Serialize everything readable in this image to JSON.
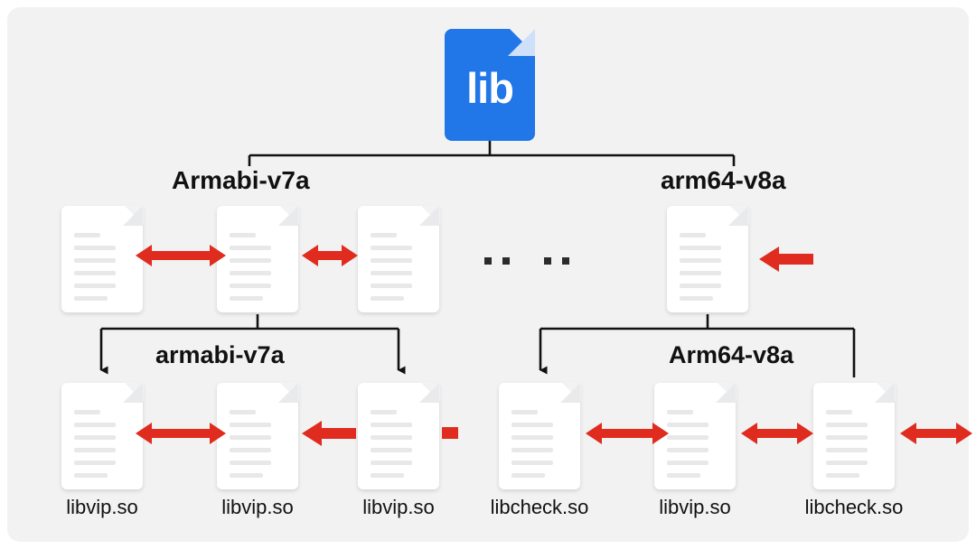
{
  "canvas": {
    "background": "#f2f2f2",
    "page_background": "#ffffff"
  },
  "colors": {
    "lib_blue": "#2176e8",
    "lib_fold": "#cfe0fb",
    "arrow_red": "#e02b1f",
    "connector_black": "#111111",
    "doc_white": "#ffffff",
    "doc_line_gray": "#e8e8e9",
    "text_black": "#111111"
  },
  "root": {
    "icon_name": "lib-file-icon",
    "label": "lib"
  },
  "tier1": {
    "left_label": "Armabi-v7a",
    "right_label": "arm64-v8a"
  },
  "tier2": {
    "left_label": "armabi-v7a",
    "right_label": "Arm64-v8a"
  },
  "ellipsis": {
    "text": "...."
  },
  "middle_row": {
    "docs": [
      {
        "id": "doc-armabi-1",
        "group": "armabi-v7a"
      },
      {
        "id": "doc-armabi-2",
        "group": "armabi-v7a"
      },
      {
        "id": "doc-armabi-3",
        "group": "armabi-v7a"
      },
      {
        "id": "doc-arm64-1",
        "group": "arm64-v8a"
      }
    ],
    "connectors": [
      {
        "id": "mid-arrow-1",
        "type": "double-arrow"
      },
      {
        "id": "mid-arrow-2",
        "type": "double-arrow"
      },
      {
        "id": "mid-arrow-3",
        "type": "left-arrow"
      }
    ]
  },
  "bottom_row": {
    "files": [
      {
        "id": "file-1",
        "label": "libvip.so"
      },
      {
        "id": "file-2",
        "label": "libvip.so"
      },
      {
        "id": "file-3",
        "label": "libvip.so"
      },
      {
        "id": "file-4",
        "label": "libcheck.so"
      },
      {
        "id": "file-5",
        "label": "libvip.so"
      },
      {
        "id": "file-6",
        "label": "libcheck.so"
      }
    ],
    "connectors": [
      {
        "id": "bot-arrow-1",
        "type": "double-arrow"
      },
      {
        "id": "bot-arrow-2",
        "type": "left-arrow"
      },
      {
        "id": "bot-arrow-3",
        "type": "stub"
      },
      {
        "id": "bot-arrow-4",
        "type": "double-arrow"
      },
      {
        "id": "bot-arrow-5",
        "type": "double-arrow"
      },
      {
        "id": "bot-arrow-6",
        "type": "double-arrow"
      }
    ]
  }
}
